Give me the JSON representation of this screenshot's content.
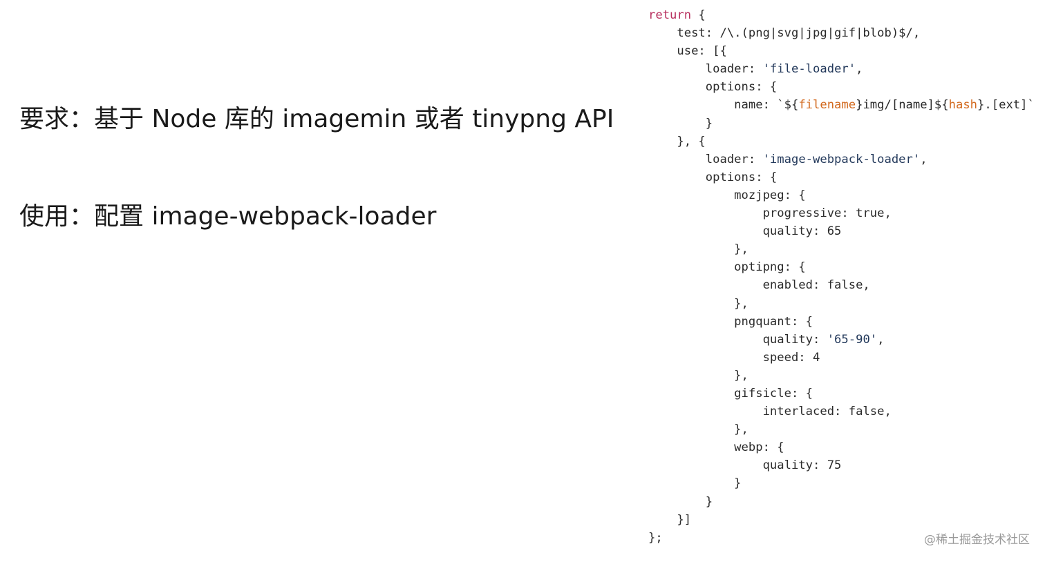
{
  "slide": {
    "requirement": "要求：基于 Node 库的 imagemin 或者 tinypng API",
    "usage": "使用：配置 image-webpack-loader"
  },
  "code": {
    "lines": [
      [
        {
          "t": "return",
          "c": "kw"
        },
        {
          "t": " {",
          "c": "plain"
        }
      ],
      [
        {
          "t": "    test: /\\.(png|svg|jpg|gif|blob)$/,",
          "c": "plain"
        }
      ],
      [
        {
          "t": "    use: [{",
          "c": "plain"
        }
      ],
      [
        {
          "t": "        loader: ",
          "c": "plain"
        },
        {
          "t": "'file-loader'",
          "c": "str"
        },
        {
          "t": ",",
          "c": "plain"
        }
      ],
      [
        {
          "t": "        options: {",
          "c": "plain"
        }
      ],
      [
        {
          "t": "            name: `${",
          "c": "plain"
        },
        {
          "t": "filename",
          "c": "var"
        },
        {
          "t": "}img/[name]${",
          "c": "plain"
        },
        {
          "t": "hash",
          "c": "var"
        },
        {
          "t": "}.[ext]`",
          "c": "plain"
        }
      ],
      [
        {
          "t": "        }",
          "c": "plain"
        }
      ],
      [
        {
          "t": "    }, {",
          "c": "plain"
        }
      ],
      [
        {
          "t": "        loader: ",
          "c": "plain"
        },
        {
          "t": "'image-webpack-loader'",
          "c": "str"
        },
        {
          "t": ",",
          "c": "plain"
        }
      ],
      [
        {
          "t": "        options: {",
          "c": "plain"
        }
      ],
      [
        {
          "t": "            mozjpeg: {",
          "c": "plain"
        }
      ],
      [
        {
          "t": "                progressive: true,",
          "c": "plain"
        }
      ],
      [
        {
          "t": "                quality: 65",
          "c": "plain"
        }
      ],
      [
        {
          "t": "            },",
          "c": "plain"
        }
      ],
      [
        {
          "t": "            optipng: {",
          "c": "plain"
        }
      ],
      [
        {
          "t": "                enabled: false,",
          "c": "plain"
        }
      ],
      [
        {
          "t": "            },",
          "c": "plain"
        }
      ],
      [
        {
          "t": "            pngquant: {",
          "c": "plain"
        }
      ],
      [
        {
          "t": "                quality: ",
          "c": "plain"
        },
        {
          "t": "'65-90'",
          "c": "str"
        },
        {
          "t": ",",
          "c": "plain"
        }
      ],
      [
        {
          "t": "                speed: 4",
          "c": "plain"
        }
      ],
      [
        {
          "t": "            },",
          "c": "plain"
        }
      ],
      [
        {
          "t": "            gifsicle: {",
          "c": "plain"
        }
      ],
      [
        {
          "t": "                interlaced: false,",
          "c": "plain"
        }
      ],
      [
        {
          "t": "            },",
          "c": "plain"
        }
      ],
      [
        {
          "t": "            webp: {",
          "c": "plain"
        }
      ],
      [
        {
          "t": "                quality: 75",
          "c": "plain"
        }
      ],
      [
        {
          "t": "            }",
          "c": "plain"
        }
      ],
      [
        {
          "t": "        }",
          "c": "plain"
        }
      ],
      [
        {
          "t": "    }]",
          "c": "plain"
        }
      ],
      [
        {
          "t": "};",
          "c": "plain"
        }
      ]
    ]
  },
  "watermark": "@稀土掘金技术社区"
}
